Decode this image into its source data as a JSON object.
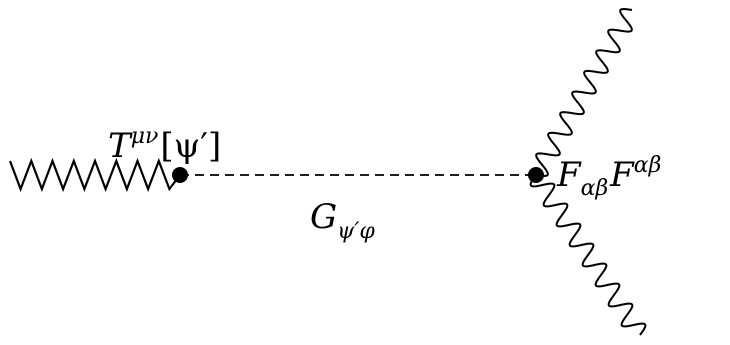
{
  "diagram": {
    "labels": {
      "vertex_left": {
        "base": "T",
        "sup": "μν",
        "arg": "[ψ′]"
      },
      "propagator": {
        "base": "G",
        "sub": "ψ′φ"
      },
      "vertex_right": {
        "base1": "F",
        "sub1": "αβ",
        "base2": "F",
        "sup2": "αβ"
      }
    },
    "lines": {
      "left_external": "zigzag",
      "internal": "dashed",
      "right_external_upper": "wavy",
      "right_external_lower": "wavy"
    },
    "colors": {
      "ink": "#000000",
      "background": "#ffffff"
    }
  }
}
